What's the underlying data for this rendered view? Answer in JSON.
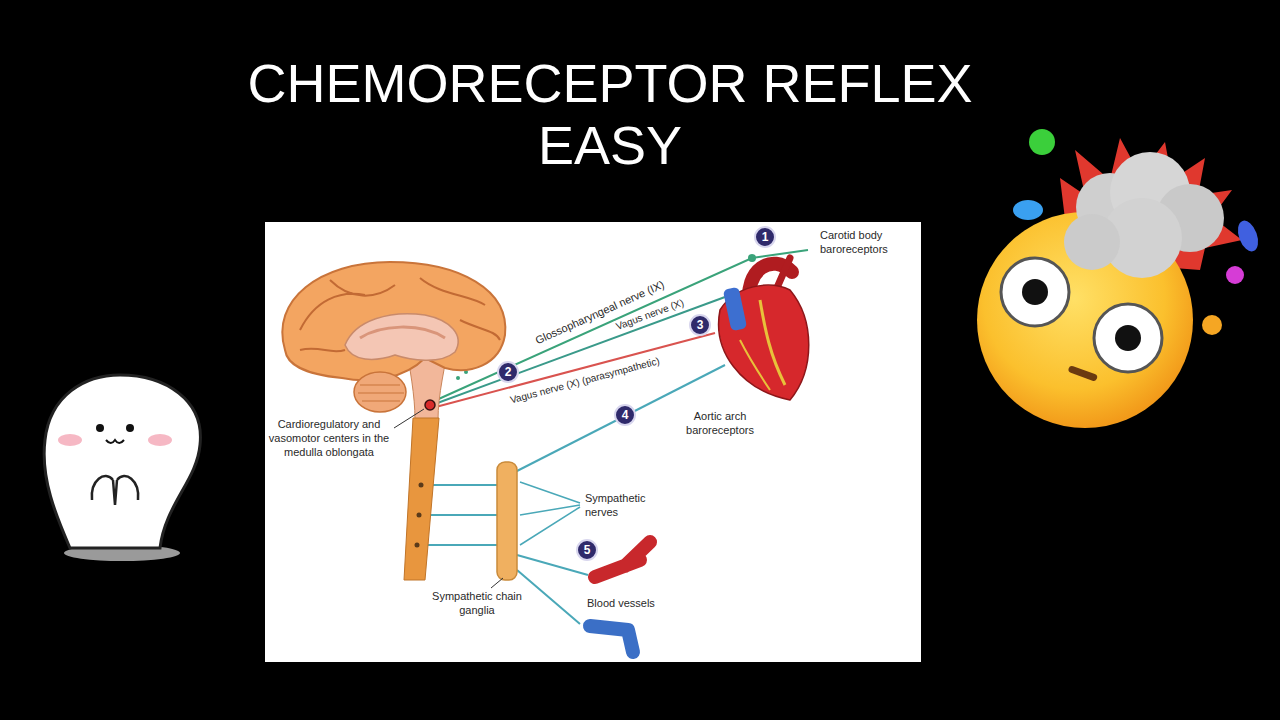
{
  "diagram": {
    "title": "CHEMORECEPTOR REFLEX EASY",
    "nodes": [
      {
        "text": [
          "1"
        ]
      },
      {
        "text": [
          "2"
        ]
      },
      {
        "text": [
          "3"
        ]
      },
      {
        "text": [
          "4"
        ]
      },
      {
        "text": [
          "5"
        ]
      }
    ],
    "labels": [
      "Glossopharyngeal nerve (IX)",
      "Vagus nerve (X)",
      "Vagus nerve (X) (parasympathetic)",
      "Carotid body baroreceptors",
      "Cardioregulatory and vasomotor centers in the medulla oblongata",
      "Aortic arch baroreceptors",
      "Sympathetic nerves",
      "Sympathetic chain ganglia",
      "Blood vessels"
    ]
  }
}
